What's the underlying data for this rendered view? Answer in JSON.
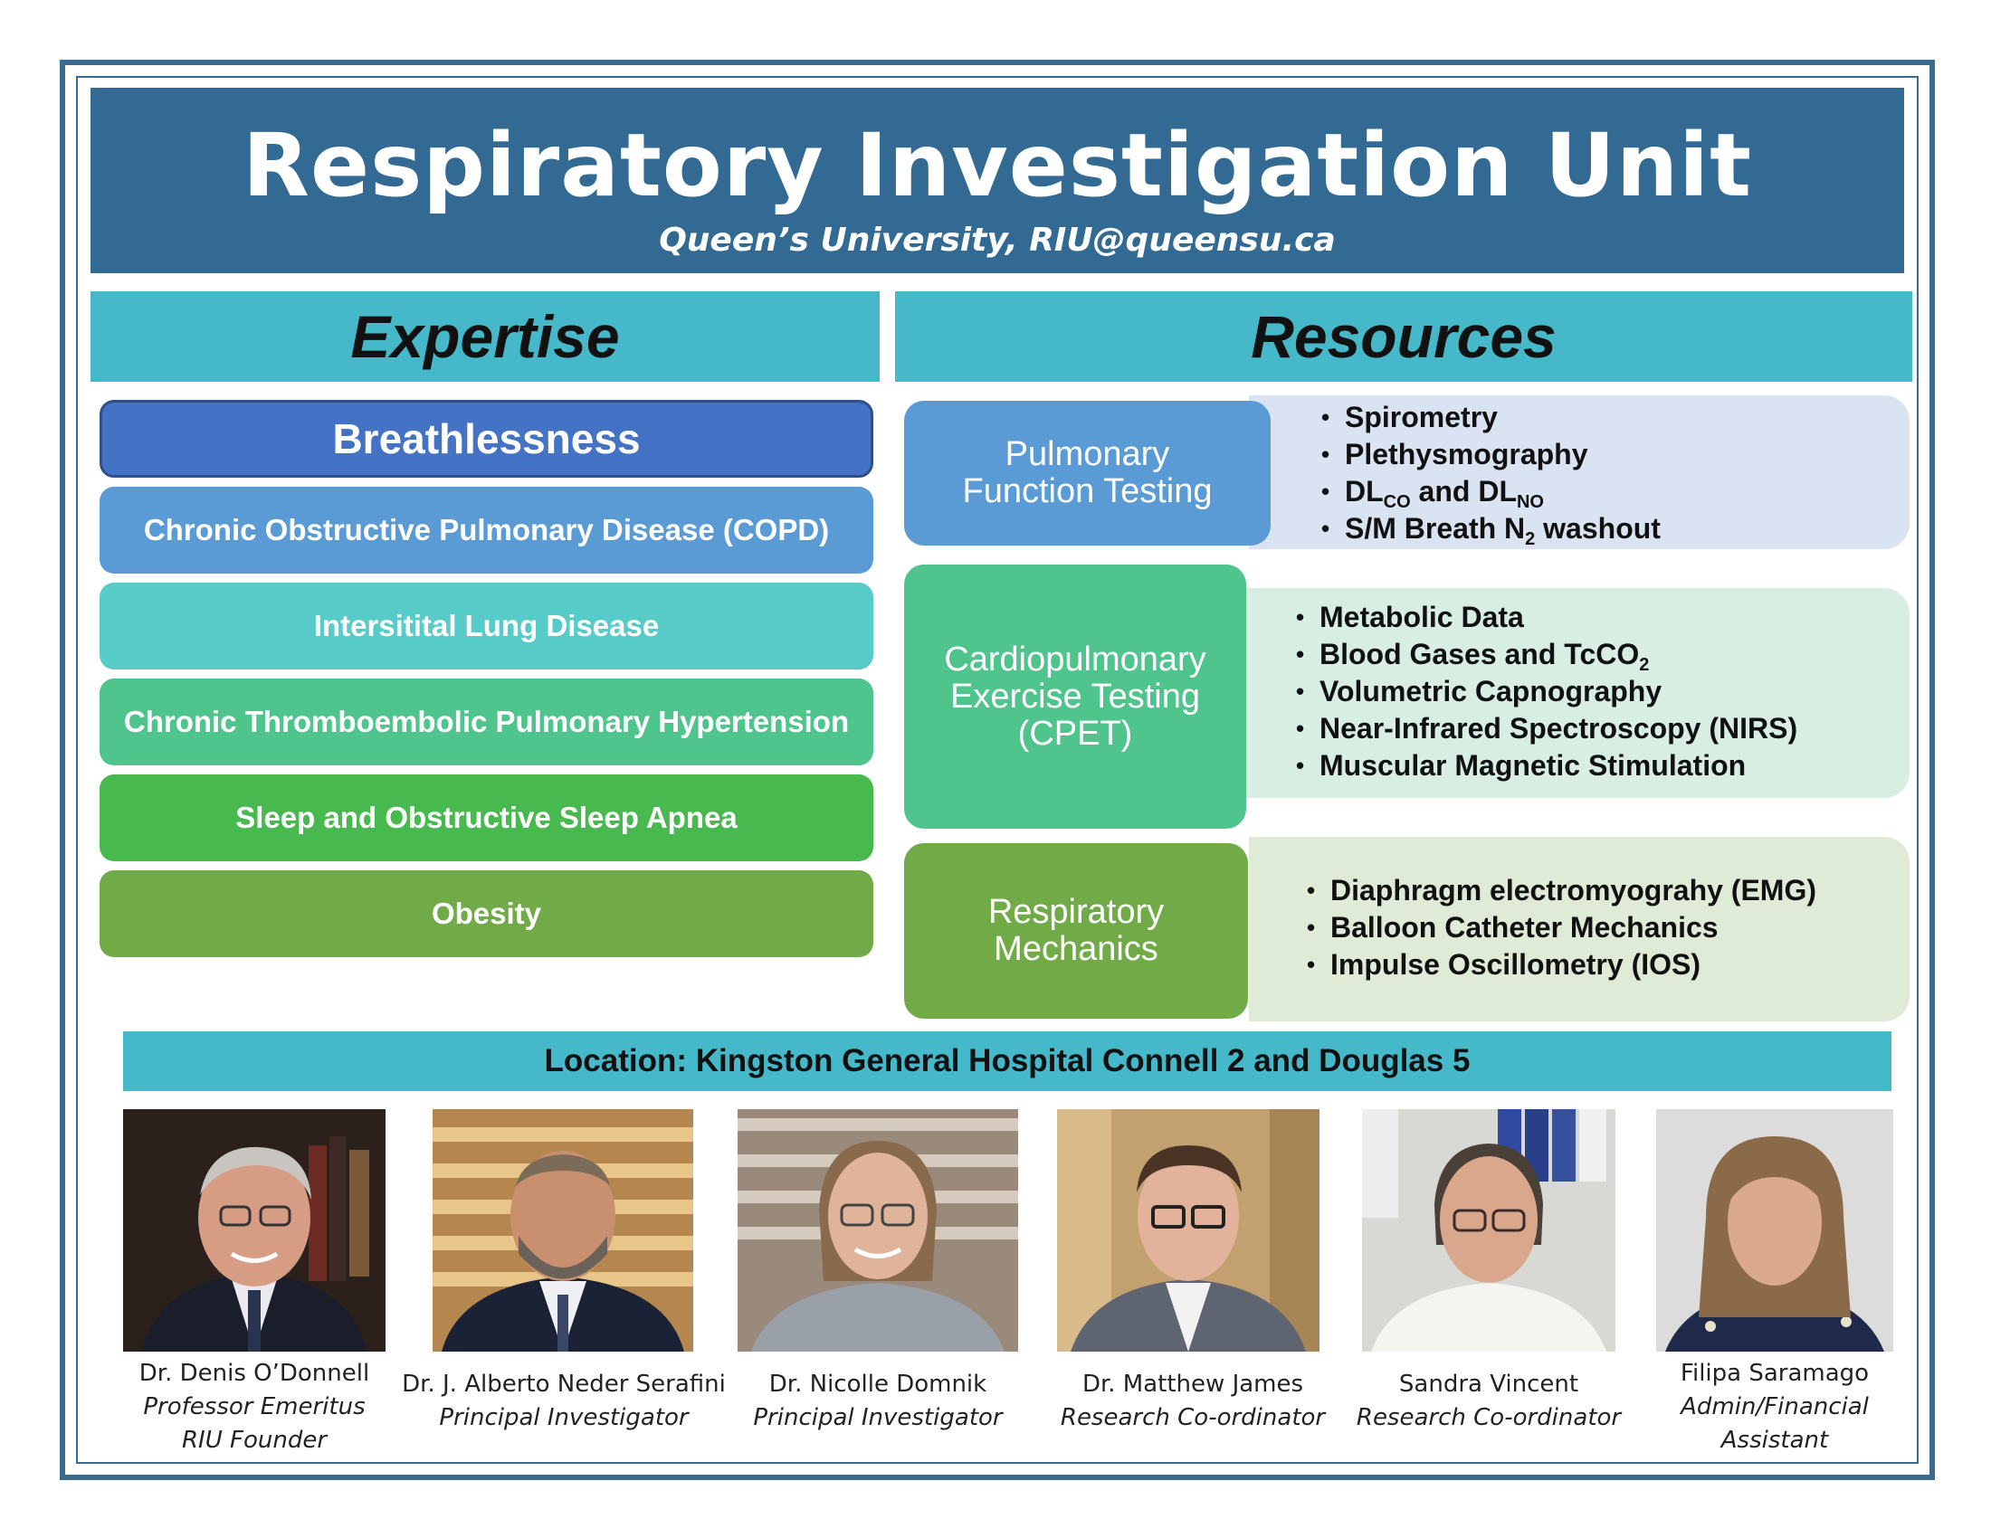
{
  "header": {
    "title": "Respiratory Investigation Unit",
    "subtitle": "Queen’s University,  RIU@queensu.ca"
  },
  "expertise": {
    "heading": "Expertise",
    "items": [
      {
        "label": "Breathlessness",
        "color": "#4472c4"
      },
      {
        "label": "Chronic Obstructive Pulmonary Disease (COPD)",
        "color": "#5b9bd5"
      },
      {
        "label": "Intersitital Lung Disease",
        "color": "#56cbc8"
      },
      {
        "label": "Chronic Thromboembolic Pulmonary Hypertension",
        "color": "#4fc48c"
      },
      {
        "label": "Sleep and Obstructive Sleep Apnea",
        "color": "#48b94e"
      },
      {
        "label": "Obesity",
        "color": "#71ab48"
      }
    ]
  },
  "resources": {
    "heading": "Resources",
    "groups": [
      {
        "label_lines": [
          "Pulmonary",
          "Function Testing"
        ],
        "label_color": "#5b9bd5",
        "list_color": "#dae3f2",
        "items": [
          {
            "text": "Spirometry"
          },
          {
            "text": "Plethysmography"
          },
          {
            "text": "DL",
            "sub": "CO",
            "text2": " and DL",
            "sub2": "NO"
          },
          {
            "text": "S/M Breath N",
            "sub": "2",
            "text2": " washout"
          }
        ]
      },
      {
        "label_lines": [
          "Cardiopulmonary",
          "Exercise Testing",
          "(CPET)"
        ],
        "label_color": "#4fc48c",
        "list_color": "#d8eee3",
        "items": [
          {
            "text": "Metabolic Data"
          },
          {
            "text": "Blood Gases and TcCO",
            "sub": "2"
          },
          {
            "text": "Volumetric Capnography"
          },
          {
            "text": "Near-Infrared Spectroscopy (NIRS)"
          },
          {
            "text": "Muscular Magnetic Stimulation"
          }
        ]
      },
      {
        "label_lines": [
          "Respiratory",
          "Mechanics"
        ],
        "label_color": "#71ab48",
        "list_color": "#dfebd7",
        "items": [
          {
            "text": "Diaphragm electromyograhy (EMG)"
          },
          {
            "text": "Balloon Catheter Mechanics"
          },
          {
            "text": "Impulse Oscillometry (IOS)"
          }
        ]
      }
    ],
    "bullet": "•"
  },
  "location": "Location: Kingston General Hospital Connell 2 and Douglas 5",
  "people": [
    {
      "name": "Dr. Denis O’Donnell",
      "role_lines": [
        "Professor Emeritus",
        "RIU Founder"
      ]
    },
    {
      "name": "Dr. J. Alberto Neder Serafini",
      "role_lines": [
        "Principal Investigator"
      ]
    },
    {
      "name": "Dr. Nicolle Domnik",
      "role_lines": [
        "Principal Investigator"
      ]
    },
    {
      "name": "Dr. Matthew James",
      "role_lines": [
        "Research Co-ordinator"
      ]
    },
    {
      "name": "Sandra Vincent",
      "role_lines": [
        "Research Co-ordinator"
      ]
    },
    {
      "name": "Filipa Saramago",
      "role_lines": [
        "Admin/Financial",
        "Assistant"
      ]
    }
  ],
  "colors": {
    "banner": "#336a94",
    "section_header": "#45b8c9",
    "frame": "#3a6b8e"
  }
}
